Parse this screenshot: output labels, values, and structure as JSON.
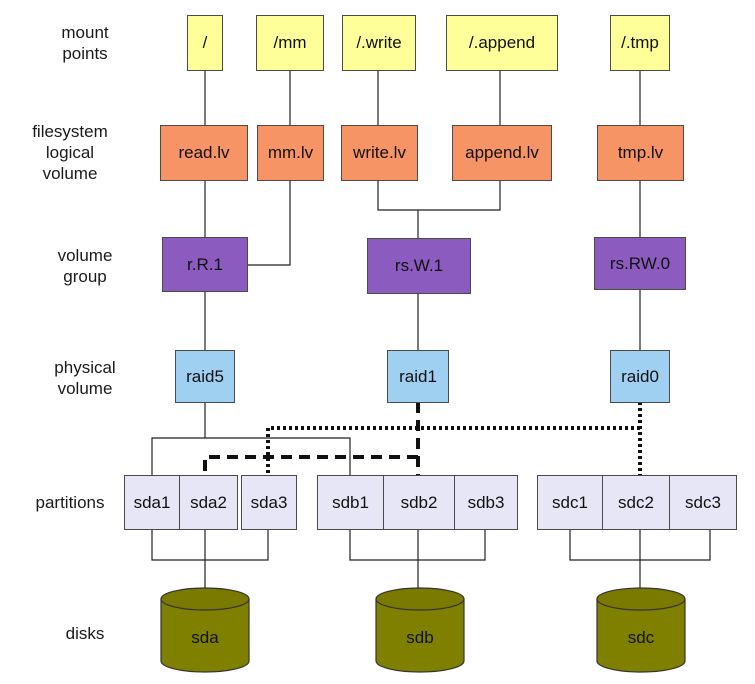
{
  "row_labels": {
    "mount": "mount\npoints",
    "lv": "filesystem\nlogical\nvolume",
    "vg": "volume\ngroup",
    "pv": "physical\nvolume",
    "partitions": "partitions",
    "disks": "disks"
  },
  "mount_points": [
    "/",
    "/mm",
    "/.write",
    "/.append",
    "/.tmp"
  ],
  "logical_volumes": [
    "read.lv",
    "mm.lv",
    "write.lv",
    "append.lv",
    "tmp.lv"
  ],
  "volume_groups": [
    "r.R.1",
    "rs.W.1",
    "rs.RW.0"
  ],
  "physical_volumes": [
    "raid5",
    "raid1",
    "raid0"
  ],
  "partitions": [
    "sda1",
    "sda2",
    "sda3",
    "sdb1",
    "sdb2",
    "sdb3",
    "sdc1",
    "sdc2",
    "sdc3"
  ],
  "disks": [
    "sda",
    "sdb",
    "sdc"
  ],
  "colors": {
    "mount": "#ffff99",
    "logical_volume": "#f79465",
    "volume_group": "#8c5bbf",
    "physical_volume": "#9fd0f2",
    "partition": "#e6e6f7",
    "disk": "#808000"
  }
}
